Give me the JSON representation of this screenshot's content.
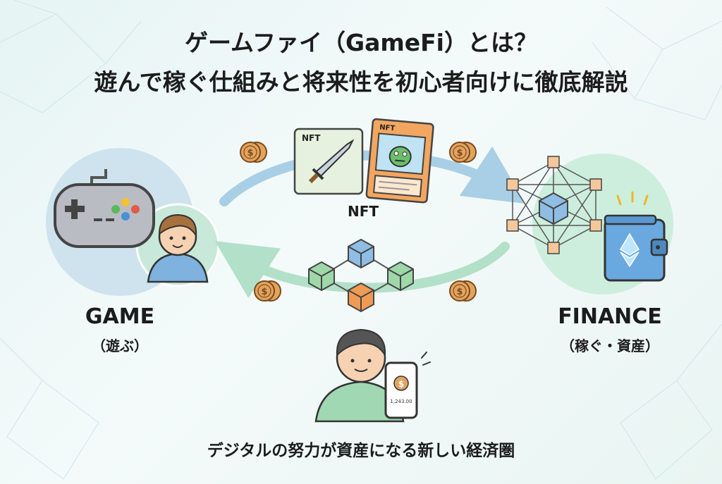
{
  "title": {
    "line1": "ゲームファイ（GameFi）とは？",
    "line2": "遊んで稼ぐ仕組みと将来性を初心者向けに徹底解説"
  },
  "game": {
    "label": "GAME",
    "sub": "（遊ぶ）"
  },
  "finance": {
    "label": "FINANCE",
    "sub": "（稼ぐ・資産）"
  },
  "nft": {
    "center_label": "NFT",
    "sword_card_tag": "NFT",
    "monster_card_tag": "NFT"
  },
  "coin_symbol": "$",
  "phone": {
    "coin_symbol": "$",
    "balance": "1,243.00"
  },
  "footer": "デジタルの努力が資産になる新しい経済圏",
  "colors": {
    "top_arrow": "#a9cfe6",
    "bottom_arrow": "#b3e0c8",
    "coin": "#e3a45f",
    "cube_blue": "#8fbde4",
    "cube_green": "#9fd8a8",
    "cube_orange": "#ef9b55",
    "wallet": "#6aa8e0"
  },
  "icons": [
    "game-controller-icon",
    "player-avatar-icon",
    "sword-icon",
    "monster-card-icon",
    "blockchain-network-icon",
    "crypto-wallet-icon",
    "ethereum-icon",
    "coin-icon",
    "smartphone-icon"
  ]
}
